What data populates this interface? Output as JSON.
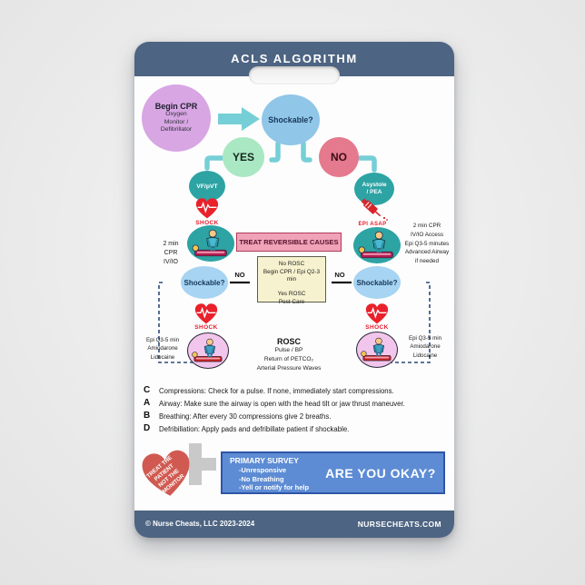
{
  "colors": {
    "header_bar": "#4d6482",
    "teal_node": "#2da3a4",
    "teal_arrow": "#76cfd6",
    "blue_node": "#90c6e8",
    "yes_green": "#a9e8c3",
    "no_pink": "#e5798d",
    "purple_node": "#d7a6e3",
    "shock_red": "#e8212b",
    "banner_pink": "#f0a2b8",
    "memo_yellow": "#f6f2cf",
    "survey_blue": "#5d8cd4",
    "heart_coral": "#d05a51"
  },
  "header": {
    "title": "ACLS ALGORITHM"
  },
  "flow": {
    "begin_title": "Begin CPR",
    "begin_sub1": "Oxygen",
    "begin_sub2": "Monitor /",
    "begin_sub3": "Defibrillator",
    "shockable": "Shockable?",
    "yes": "YES",
    "no": "NO",
    "vf_pvt": "VF/pVT",
    "asystole1": "Asystole",
    "asystole2": "/ PEA",
    "shock": "SHOCK",
    "epi_asap": "EPI ASAP",
    "cpr_note_left": [
      "2 min",
      "CPR",
      "IV/IO"
    ],
    "cpr_note_right": [
      "2 min CPR",
      "IV/IO Access",
      "Epi Q3-5 minutes",
      "Advanced Airway",
      "if needed"
    ],
    "treat_reversible": "TREAT REVERSIBLE CAUSES",
    "decision_box": {
      "no_title": "No ROSC",
      "no_action": "Begin CPR / Epi Q2-3 min",
      "yes_title": "Yes ROSC",
      "yes_action": "Post Care"
    },
    "shockable_left": "Shockable?",
    "shockable_right": "Shockable?",
    "no_left": "NO",
    "no_right": "NO",
    "drug_note": [
      "Epi Q3-5 min",
      "Amiodarone",
      "Lidocaine"
    ],
    "rosc_title": "ROSC",
    "rosc_lines": [
      "Pulse / BP",
      "Return of PETCO₂",
      "Arterial Pressure Waves"
    ]
  },
  "cabd": [
    {
      "letter": "C",
      "text": "Compressions:  Check for a pulse.  If none, immediately start compressions."
    },
    {
      "letter": "A",
      "text": "Airway:  Make sure the airway is open with the head tilt or jaw thrust maneuver."
    },
    {
      "letter": "B",
      "text": "Breathing:  After every 30 compressions give 2 breaths."
    },
    {
      "letter": "D",
      "text": "Defribillation:  Apply pads and defribillate patient if shockable."
    }
  ],
  "heart_motto": [
    "TREAT THE",
    "PATIENT",
    "NOT THE",
    "MONITOR"
  ],
  "primary_survey": {
    "title": "PRIMARY SURVEY",
    "items": [
      "-Unresponsive",
      "-No Breathing",
      "-Yell or notify for help"
    ],
    "question": "ARE YOU OKAY?"
  },
  "footer": {
    "copyright": "© Nurse Cheats, LLC 2023-2024",
    "website": "NURSECHEATS.COM"
  }
}
